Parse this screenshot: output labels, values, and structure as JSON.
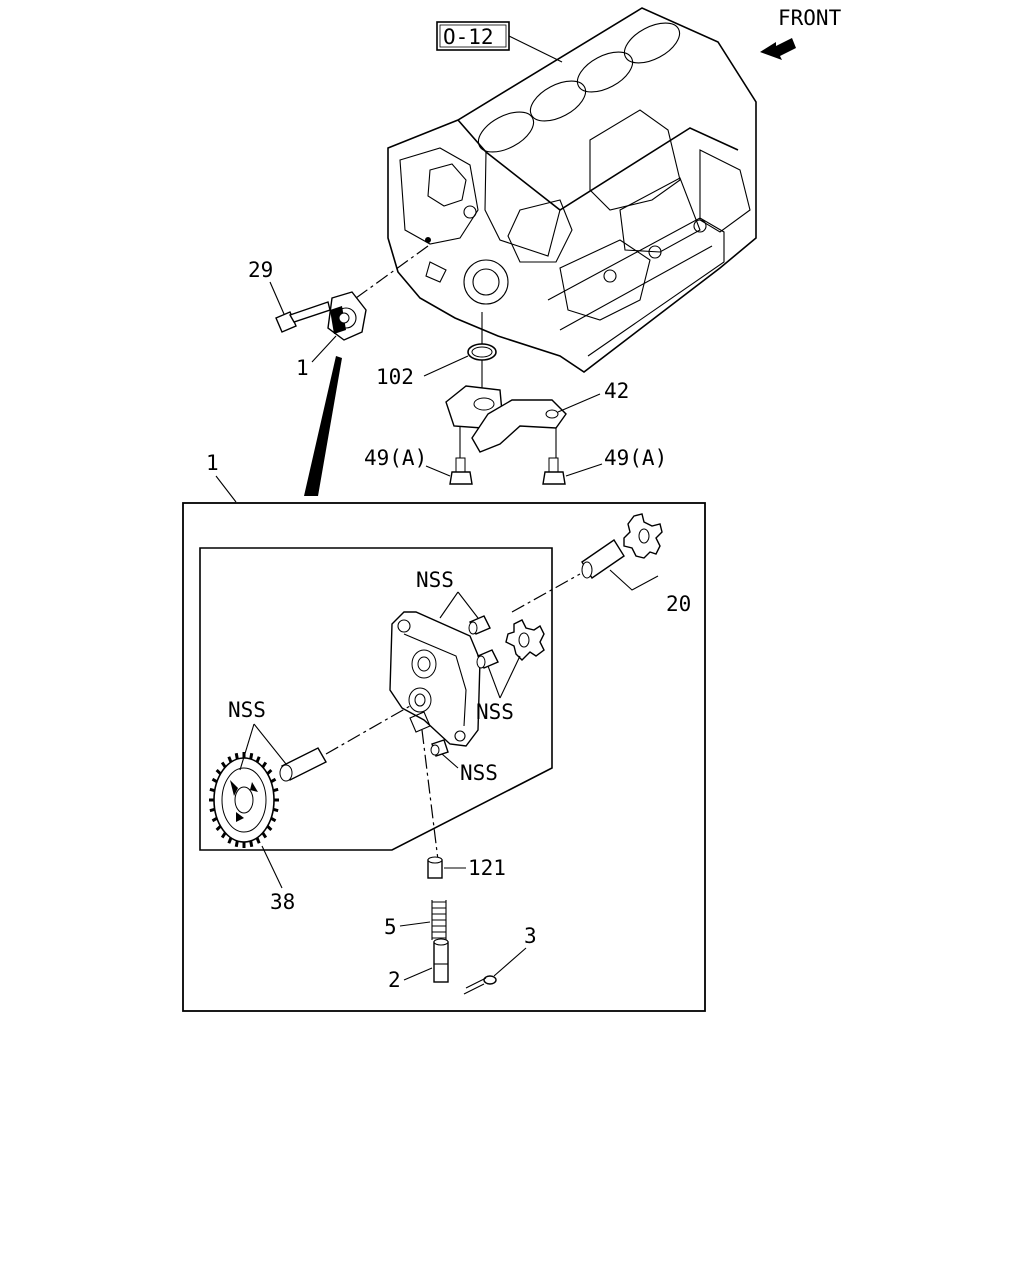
{
  "diagram": {
    "ref_box": "O-12",
    "front_label": "FRONT",
    "labels": {
      "l29": "29",
      "l1a": "1",
      "l102": "102",
      "l42": "42",
      "l49a": "49(A)",
      "l49b": "49(A)",
      "l1b": "1",
      "l20": "20",
      "nss1": "NSS",
      "nss2": "NSS",
      "nss3": "NSS",
      "nss4": "NSS",
      "l38": "38",
      "l121": "121",
      "l5": "5",
      "l2": "2",
      "l3": "3"
    }
  }
}
